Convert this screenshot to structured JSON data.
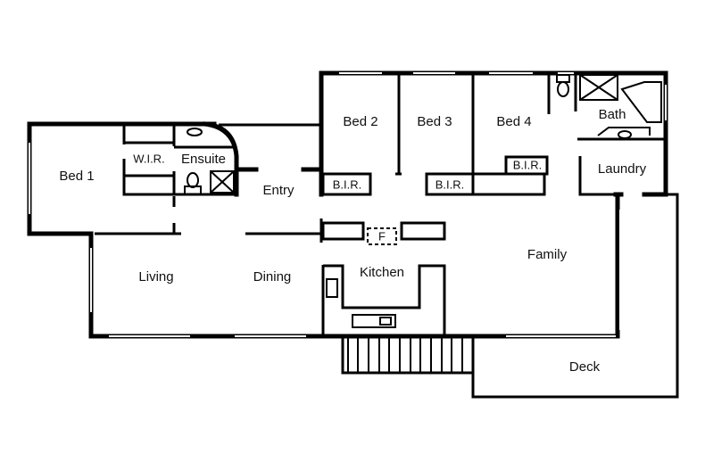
{
  "floor_plan": {
    "rooms": {
      "bed1": "Bed 1",
      "wir": "W.I.R.",
      "ensuite": "Ensuite",
      "entry": "Entry",
      "bed2": "Bed 2",
      "bed3": "Bed 3",
      "bed4": "Bed 4",
      "bath": "Bath",
      "laundry": "Laundry",
      "bir2": "B.I.R.",
      "bir3": "B.I.R.",
      "bir4": "B.I.R.",
      "fridge": "F",
      "living": "Living",
      "dining": "Dining",
      "kitchen": "Kitchen",
      "family": "Family",
      "deck": "Deck"
    }
  }
}
